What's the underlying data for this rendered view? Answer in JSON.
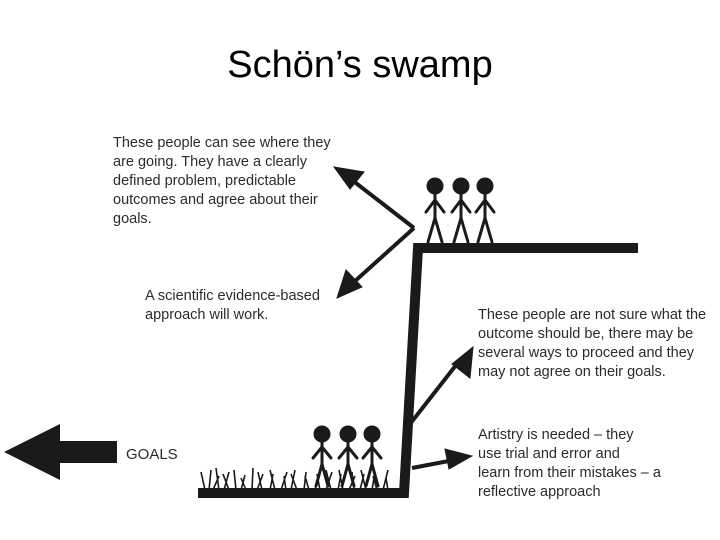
{
  "title": "Schön’s swamp",
  "captions": {
    "high_ground": "These people can see where they\nare going. They have a clearly\ndefined problem, predictable\noutcomes and agree about their\ngoals.",
    "scientific": "A scientific evidence-based\napproach will work.",
    "swamp": "These people are not sure what the\noutcome should be, there may be\nseveral ways to proceed and they\nmay not agree on their goals.",
    "artistry": "Artistry is needed – they\nuse trial and error and\nlearn from their mistakes – a\nreflective approach"
  },
  "goals_label": "GOALS",
  "colors": {
    "ink": "#1a1a1a",
    "text": "#2b2b2b"
  }
}
